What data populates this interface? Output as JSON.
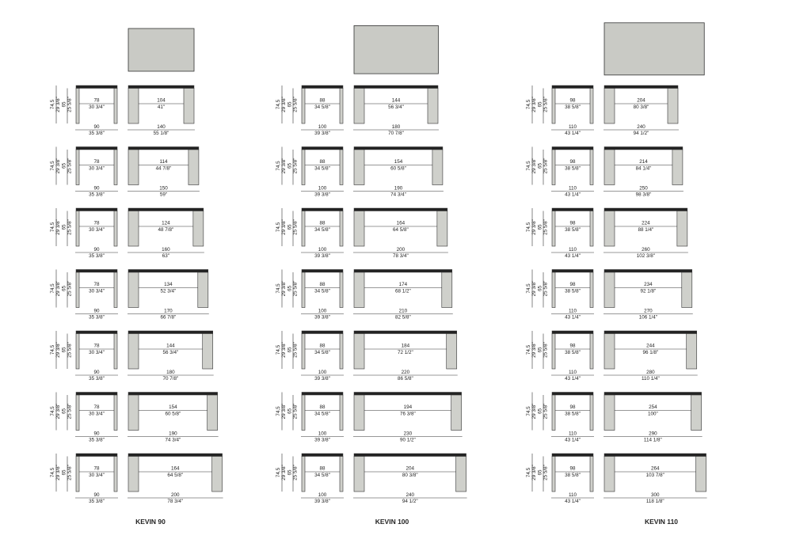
{
  "colors": {
    "top": "#c9cac5",
    "leg": "#cfd0cb",
    "stroke": "#333333",
    "text": "#222222"
  },
  "height_labels": [
    "74,5",
    "29 3/8\"",
    "65",
    "25 5/8\""
  ],
  "models": [
    {
      "name": "KEVIN 90",
      "side": {
        "inner": "78",
        "inner_in": "30 3/4\"",
        "outer": "90",
        "outer_in": "35 3/8\""
      },
      "rows": [
        {
          "inner": "104",
          "inner_in": "41\"",
          "outer": "140",
          "outer_in": "55 1/8\""
        },
        {
          "inner": "114",
          "inner_in": "44 7/8\"",
          "outer": "150",
          "outer_in": "59\""
        },
        {
          "inner": "124",
          "inner_in": "48 7/8\"",
          "outer": "160",
          "outer_in": "63\""
        },
        {
          "inner": "134",
          "inner_in": "52 3/4\"",
          "outer": "170",
          "outer_in": "66 7/8\""
        },
        {
          "inner": "144",
          "inner_in": "56 3/4\"",
          "outer": "180",
          "outer_in": "70 7/8\""
        },
        {
          "inner": "154",
          "inner_in": "60 5/8\"",
          "outer": "190",
          "outer_in": "74 3/4\""
        },
        {
          "inner": "164",
          "inner_in": "64 5/8\"",
          "outer": "200",
          "outer_in": "78 3/4\""
        }
      ]
    },
    {
      "name": "KEVIN 100",
      "side": {
        "inner": "88",
        "inner_in": "34 5/8\"",
        "outer": "100",
        "outer_in": "39 3/8\""
      },
      "rows": [
        {
          "inner": "144",
          "inner_in": "56 3/4\"",
          "outer": "180",
          "outer_in": "70 7/8\""
        },
        {
          "inner": "154",
          "inner_in": "60 5/8\"",
          "outer": "190",
          "outer_in": "74 3/4\""
        },
        {
          "inner": "164",
          "inner_in": "64 5/8\"",
          "outer": "200",
          "outer_in": "78 3/4\""
        },
        {
          "inner": "174",
          "inner_in": "68 1/2\"",
          "outer": "210",
          "outer_in": "82 5/8\""
        },
        {
          "inner": "184",
          "inner_in": "72 1/2\"",
          "outer": "220",
          "outer_in": "86 5/8\""
        },
        {
          "inner": "194",
          "inner_in": "76 3/8\"",
          "outer": "230",
          "outer_in": "90 1/2\""
        },
        {
          "inner": "204",
          "inner_in": "80 3/8\"",
          "outer": "240",
          "outer_in": "94 1/2\""
        }
      ]
    },
    {
      "name": "KEVIN 110",
      "side": {
        "inner": "98",
        "inner_in": "38 5/8\"",
        "outer": "110",
        "outer_in": "43 1/4\""
      },
      "rows": [
        {
          "inner": "204",
          "inner_in": "80 3/8\"",
          "outer": "240",
          "outer_in": "94 1/2\""
        },
        {
          "inner": "214",
          "inner_in": "84 1/4\"",
          "outer": "250",
          "outer_in": "98 3/8\""
        },
        {
          "inner": "224",
          "inner_in": "88 1/4\"",
          "outer": "260",
          "outer_in": "102 3/8\""
        },
        {
          "inner": "234",
          "inner_in": "92 1/8\"",
          "outer": "270",
          "outer_in": "106 1/4\""
        },
        {
          "inner": "244",
          "inner_in": "96 1/8\"",
          "outer": "280",
          "outer_in": "110 1/4\""
        },
        {
          "inner": "254",
          "inner_in": "100\"",
          "outer": "290",
          "outer_in": "114 1/8\""
        },
        {
          "inner": "264",
          "inner_in": "103 7/8\"",
          "outer": "300",
          "outer_in": "118 1/8\""
        }
      ]
    }
  ]
}
